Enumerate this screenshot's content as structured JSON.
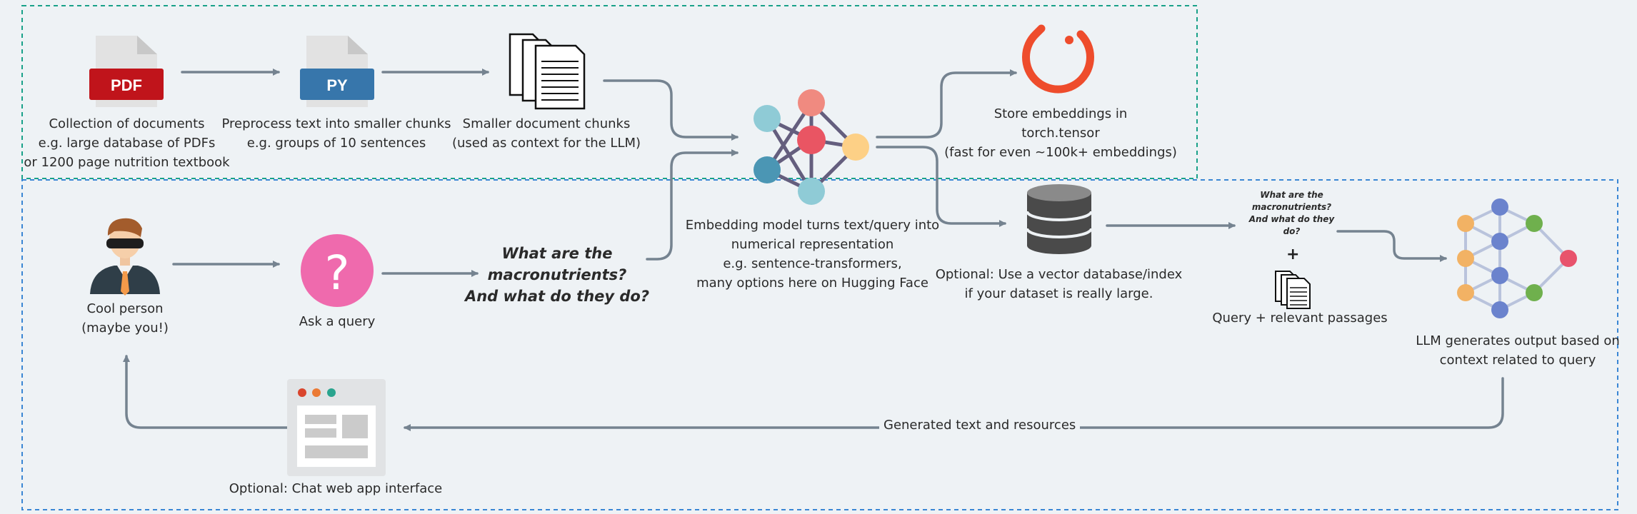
{
  "colors": {
    "arrow": "#758390",
    "top_box_border": "#19a189",
    "bottom_box_border": "#3a86d4",
    "pdf_red": "#c0141b",
    "py_blue": "#3776ab",
    "torch_orange": "#ee4c2c",
    "query_pink": "#ef6aad",
    "database_gray": "#4a4a4a",
    "node_teal": "#8fcbd6",
    "node_salmon": "#f08a80",
    "node_red": "#e95563",
    "node_yellow": "#fdd086",
    "node_dark_teal": "#4b96b4",
    "edge_purple": "#645e7e",
    "llm_orange": "#f2b264",
    "llm_blue": "#6b83cd",
    "llm_green": "#6fb04d",
    "llm_red": "#e8536c"
  },
  "icons": {
    "pdf": "pdf-file-icon",
    "py": "python-file-icon",
    "docs": "document-stack-icon",
    "network": "embedding-network-icon",
    "torch": "pytorch-logo-icon",
    "db": "database-icon",
    "person": "cool-person-icon",
    "query": "question-mark-icon",
    "llm": "llm-network-icon",
    "webapp": "browser-window-icon"
  },
  "pdf_icon_text": "PDF",
  "py_icon_text": "PY",
  "query_icon_text": "?",
  "labels": {
    "collection": [
      "Collection of documents",
      "e.g. large database of PDFs",
      "or 1200 page nutrition textbook"
    ],
    "preprocess": [
      "Preprocess text into smaller chunks",
      "e.g. groups of 10 sentences"
    ],
    "chunks": [
      "Smaller document chunks",
      "(used as context for the LLM)"
    ],
    "store": [
      "Store embeddings in",
      "torch.tensor",
      "(fast for even ~100k+ embeddings)"
    ],
    "embedding": [
      "Embedding model turns text/query into",
      "numerical representation",
      "e.g. sentence-transformers,",
      "many options here on Hugging Face"
    ],
    "vector_db": [
      "Optional: Use a vector database/index",
      "if your dataset is really large."
    ],
    "person": [
      "Cool person",
      "(maybe you!)"
    ],
    "ask": [
      "Ask a query"
    ],
    "query": [
      "What are the",
      "macronutrients?",
      "And what do they do?"
    ],
    "small_query": [
      "What are the",
      "macronutrients?",
      "And what do they",
      "do?"
    ],
    "plus": "+",
    "passages": [
      "Query + relevant passages"
    ],
    "llm": [
      "LLM generates output based on",
      "context related to query"
    ],
    "generated": "Generated text and resources",
    "chat_app": [
      "Optional: Chat web app interface"
    ]
  }
}
